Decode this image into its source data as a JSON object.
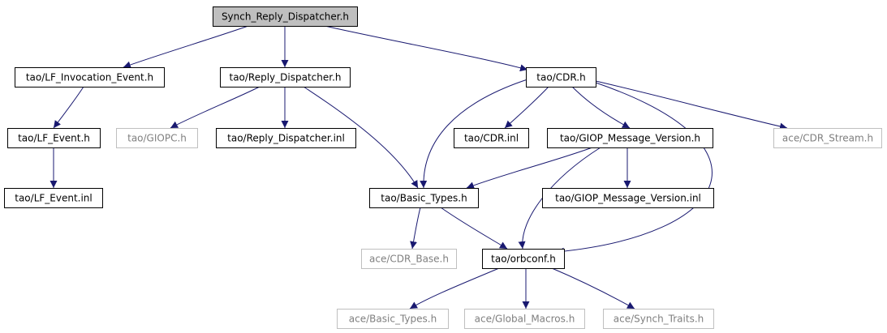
{
  "colors": {
    "edge": "#191970",
    "normal_border": "#000000",
    "external_border": "#bfbfbf",
    "root_fill": "#bfbfbf",
    "normal_text": "#000000",
    "external_text": "#7f7f7f"
  },
  "nodes": [
    {
      "id": "synch_reply_dispatcher_h",
      "label": "Synch_Reply_Dispatcher.h",
      "kind": "root"
    },
    {
      "id": "lf_invocation_event_h",
      "label": "tao/LF_Invocation_Event.h",
      "kind": "normal"
    },
    {
      "id": "reply_dispatcher_h",
      "label": "tao/Reply_Dispatcher.h",
      "kind": "normal"
    },
    {
      "id": "cdr_h",
      "label": "tao/CDR.h",
      "kind": "normal"
    },
    {
      "id": "lf_event_h",
      "label": "tao/LF_Event.h",
      "kind": "normal"
    },
    {
      "id": "giopc_h",
      "label": "tao/GIOPC.h",
      "kind": "external"
    },
    {
      "id": "reply_dispatcher_inl",
      "label": "tao/Reply_Dispatcher.inl",
      "kind": "normal"
    },
    {
      "id": "cdr_inl",
      "label": "tao/CDR.inl",
      "kind": "normal"
    },
    {
      "id": "giop_message_version_h",
      "label": "tao/GIOP_Message_Version.h",
      "kind": "normal"
    },
    {
      "id": "ace_cdr_stream_h",
      "label": "ace/CDR_Stream.h",
      "kind": "external"
    },
    {
      "id": "lf_event_inl",
      "label": "tao/LF_Event.inl",
      "kind": "normal"
    },
    {
      "id": "basic_types_h",
      "label": "tao/Basic_Types.h",
      "kind": "normal"
    },
    {
      "id": "giop_message_version_inl",
      "label": "tao/GIOP_Message_Version.inl",
      "kind": "normal"
    },
    {
      "id": "ace_cdr_base_h",
      "label": "ace/CDR_Base.h",
      "kind": "external"
    },
    {
      "id": "orbconf_h",
      "label": "tao/orbconf.h",
      "kind": "normal"
    },
    {
      "id": "ace_basic_types_h",
      "label": "ace/Basic_Types.h",
      "kind": "external"
    },
    {
      "id": "ace_global_macros_h",
      "label": "ace/Global_Macros.h",
      "kind": "external"
    },
    {
      "id": "ace_synch_traits_h",
      "label": "ace/Synch_Traits.h",
      "kind": "external"
    }
  ],
  "edges": [
    {
      "from": "synch_reply_dispatcher_h",
      "to": "lf_invocation_event_h"
    },
    {
      "from": "synch_reply_dispatcher_h",
      "to": "reply_dispatcher_h"
    },
    {
      "from": "synch_reply_dispatcher_h",
      "to": "cdr_h"
    },
    {
      "from": "lf_invocation_event_h",
      "to": "lf_event_h"
    },
    {
      "from": "lf_event_h",
      "to": "lf_event_inl"
    },
    {
      "from": "reply_dispatcher_h",
      "to": "giopc_h"
    },
    {
      "from": "reply_dispatcher_h",
      "to": "reply_dispatcher_inl"
    },
    {
      "from": "reply_dispatcher_h",
      "to": "basic_types_h"
    },
    {
      "from": "cdr_h",
      "to": "basic_types_h"
    },
    {
      "from": "cdr_h",
      "to": "cdr_inl"
    },
    {
      "from": "cdr_h",
      "to": "giop_message_version_h"
    },
    {
      "from": "cdr_h",
      "to": "ace_cdr_stream_h"
    },
    {
      "from": "cdr_h",
      "to": "orbconf_h"
    },
    {
      "from": "giop_message_version_h",
      "to": "basic_types_h"
    },
    {
      "from": "giop_message_version_h",
      "to": "giop_message_version_inl"
    },
    {
      "from": "giop_message_version_h",
      "to": "orbconf_h"
    },
    {
      "from": "basic_types_h",
      "to": "ace_cdr_base_h"
    },
    {
      "from": "basic_types_h",
      "to": "orbconf_h"
    },
    {
      "from": "orbconf_h",
      "to": "ace_basic_types_h"
    },
    {
      "from": "orbconf_h",
      "to": "ace_global_macros_h"
    },
    {
      "from": "orbconf_h",
      "to": "ace_synch_traits_h"
    }
  ]
}
